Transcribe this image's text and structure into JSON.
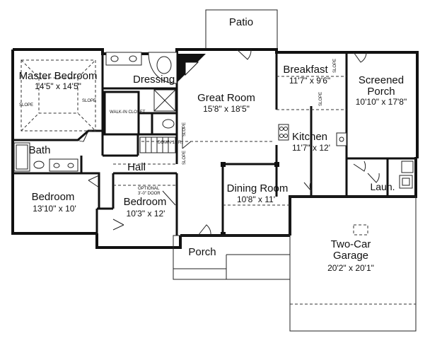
{
  "rooms": {
    "patio": {
      "name": "Patio"
    },
    "master_bedroom": {
      "name": "Master Bedroom",
      "size": "14'5\" x 14'5\"",
      "slope": "SLOPE"
    },
    "dressing": {
      "name": "Dressing"
    },
    "walk_in_closet": {
      "name": "WALK-IN CLOSET"
    },
    "great_room": {
      "name": "Great Room",
      "size": "15'8\" x 18'5\"",
      "slope": "SLOPE"
    },
    "breakfast": {
      "name": "Breakfast",
      "size": "11'7\" x 9'6\"",
      "slope": "SLOPE"
    },
    "screened_porch": {
      "name": "Screened Porch",
      "size": "10'10\" x 17'8\""
    },
    "kitchen": {
      "name": "Kitchen",
      "size": "11'7\" x 12'"
    },
    "bath": {
      "name": "Bath"
    },
    "hall": {
      "name": "Hall"
    },
    "stair": {
      "label": "DOWN 15 R."
    },
    "bedroom_left": {
      "name": "Bedroom",
      "size": "13'10\" x 10'"
    },
    "bedroom_mid": {
      "name": "Bedroom",
      "size": "10'3\" x 12'",
      "note": "OPTIONAL 3'-0\" DOOR"
    },
    "dining_room": {
      "name": "Dining Room",
      "size": "10'8\" x 11'"
    },
    "laundry": {
      "name": "Laun."
    },
    "porch": {
      "name": "Porch"
    },
    "garage": {
      "name": "Two-Car Garage",
      "size": "20'2\" x 20'1\""
    }
  }
}
